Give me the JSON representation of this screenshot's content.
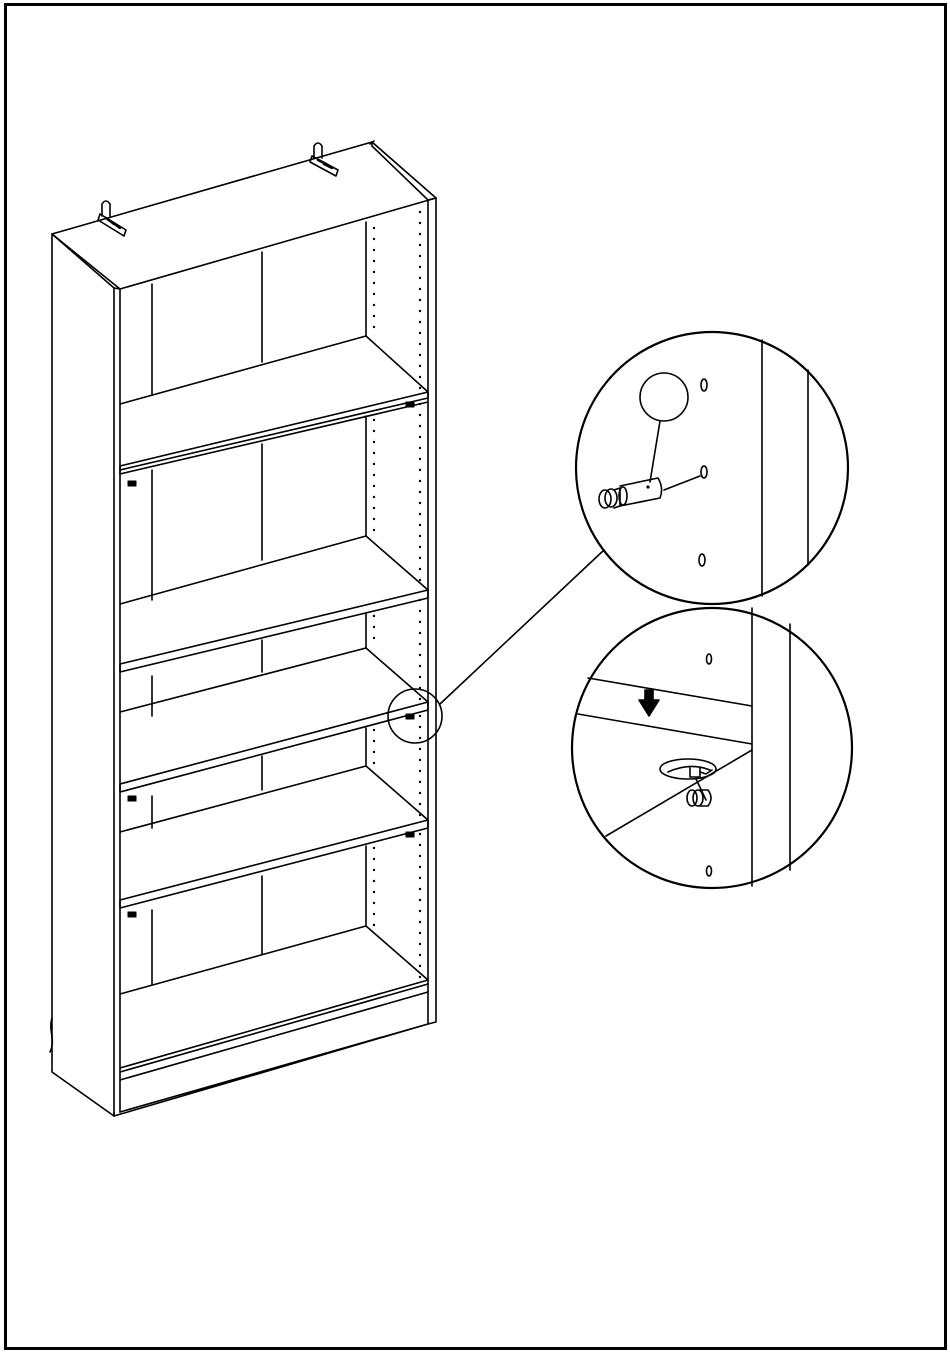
{
  "page": {
    "background": "#ffffff",
    "line_color": "#000000"
  },
  "bookcase": {
    "shelves": 5,
    "wall_brackets": 2,
    "shelf_pins_visible": 8
  },
  "detail_callout": {
    "step_1": {
      "icon": "shelf-pin-insert-icon"
    },
    "step_2": {
      "icon": "shelf-lower-arrow-icon"
    }
  }
}
